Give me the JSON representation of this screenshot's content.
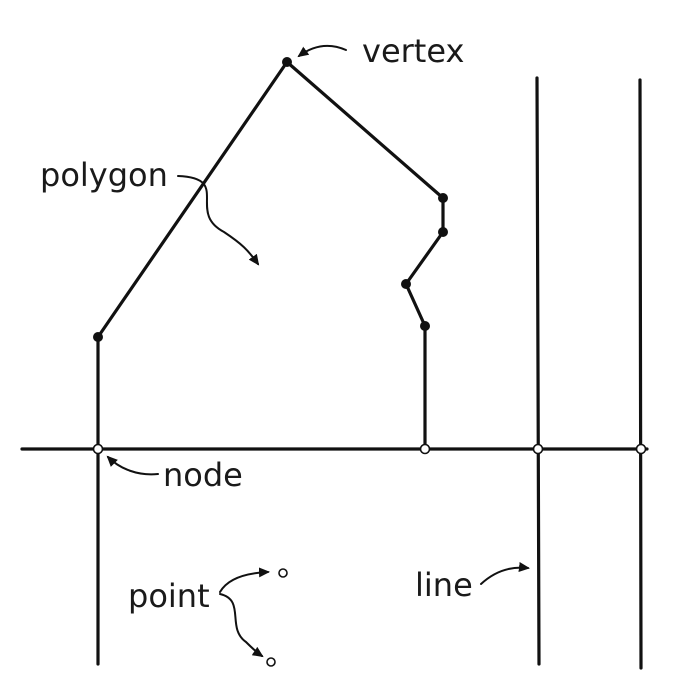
{
  "labels": {
    "vertex": "vertex",
    "polygon": "polygon",
    "node": "node",
    "point": "point",
    "line": "line"
  },
  "colors": {
    "ink": "#111111",
    "background": "#ffffff"
  }
}
